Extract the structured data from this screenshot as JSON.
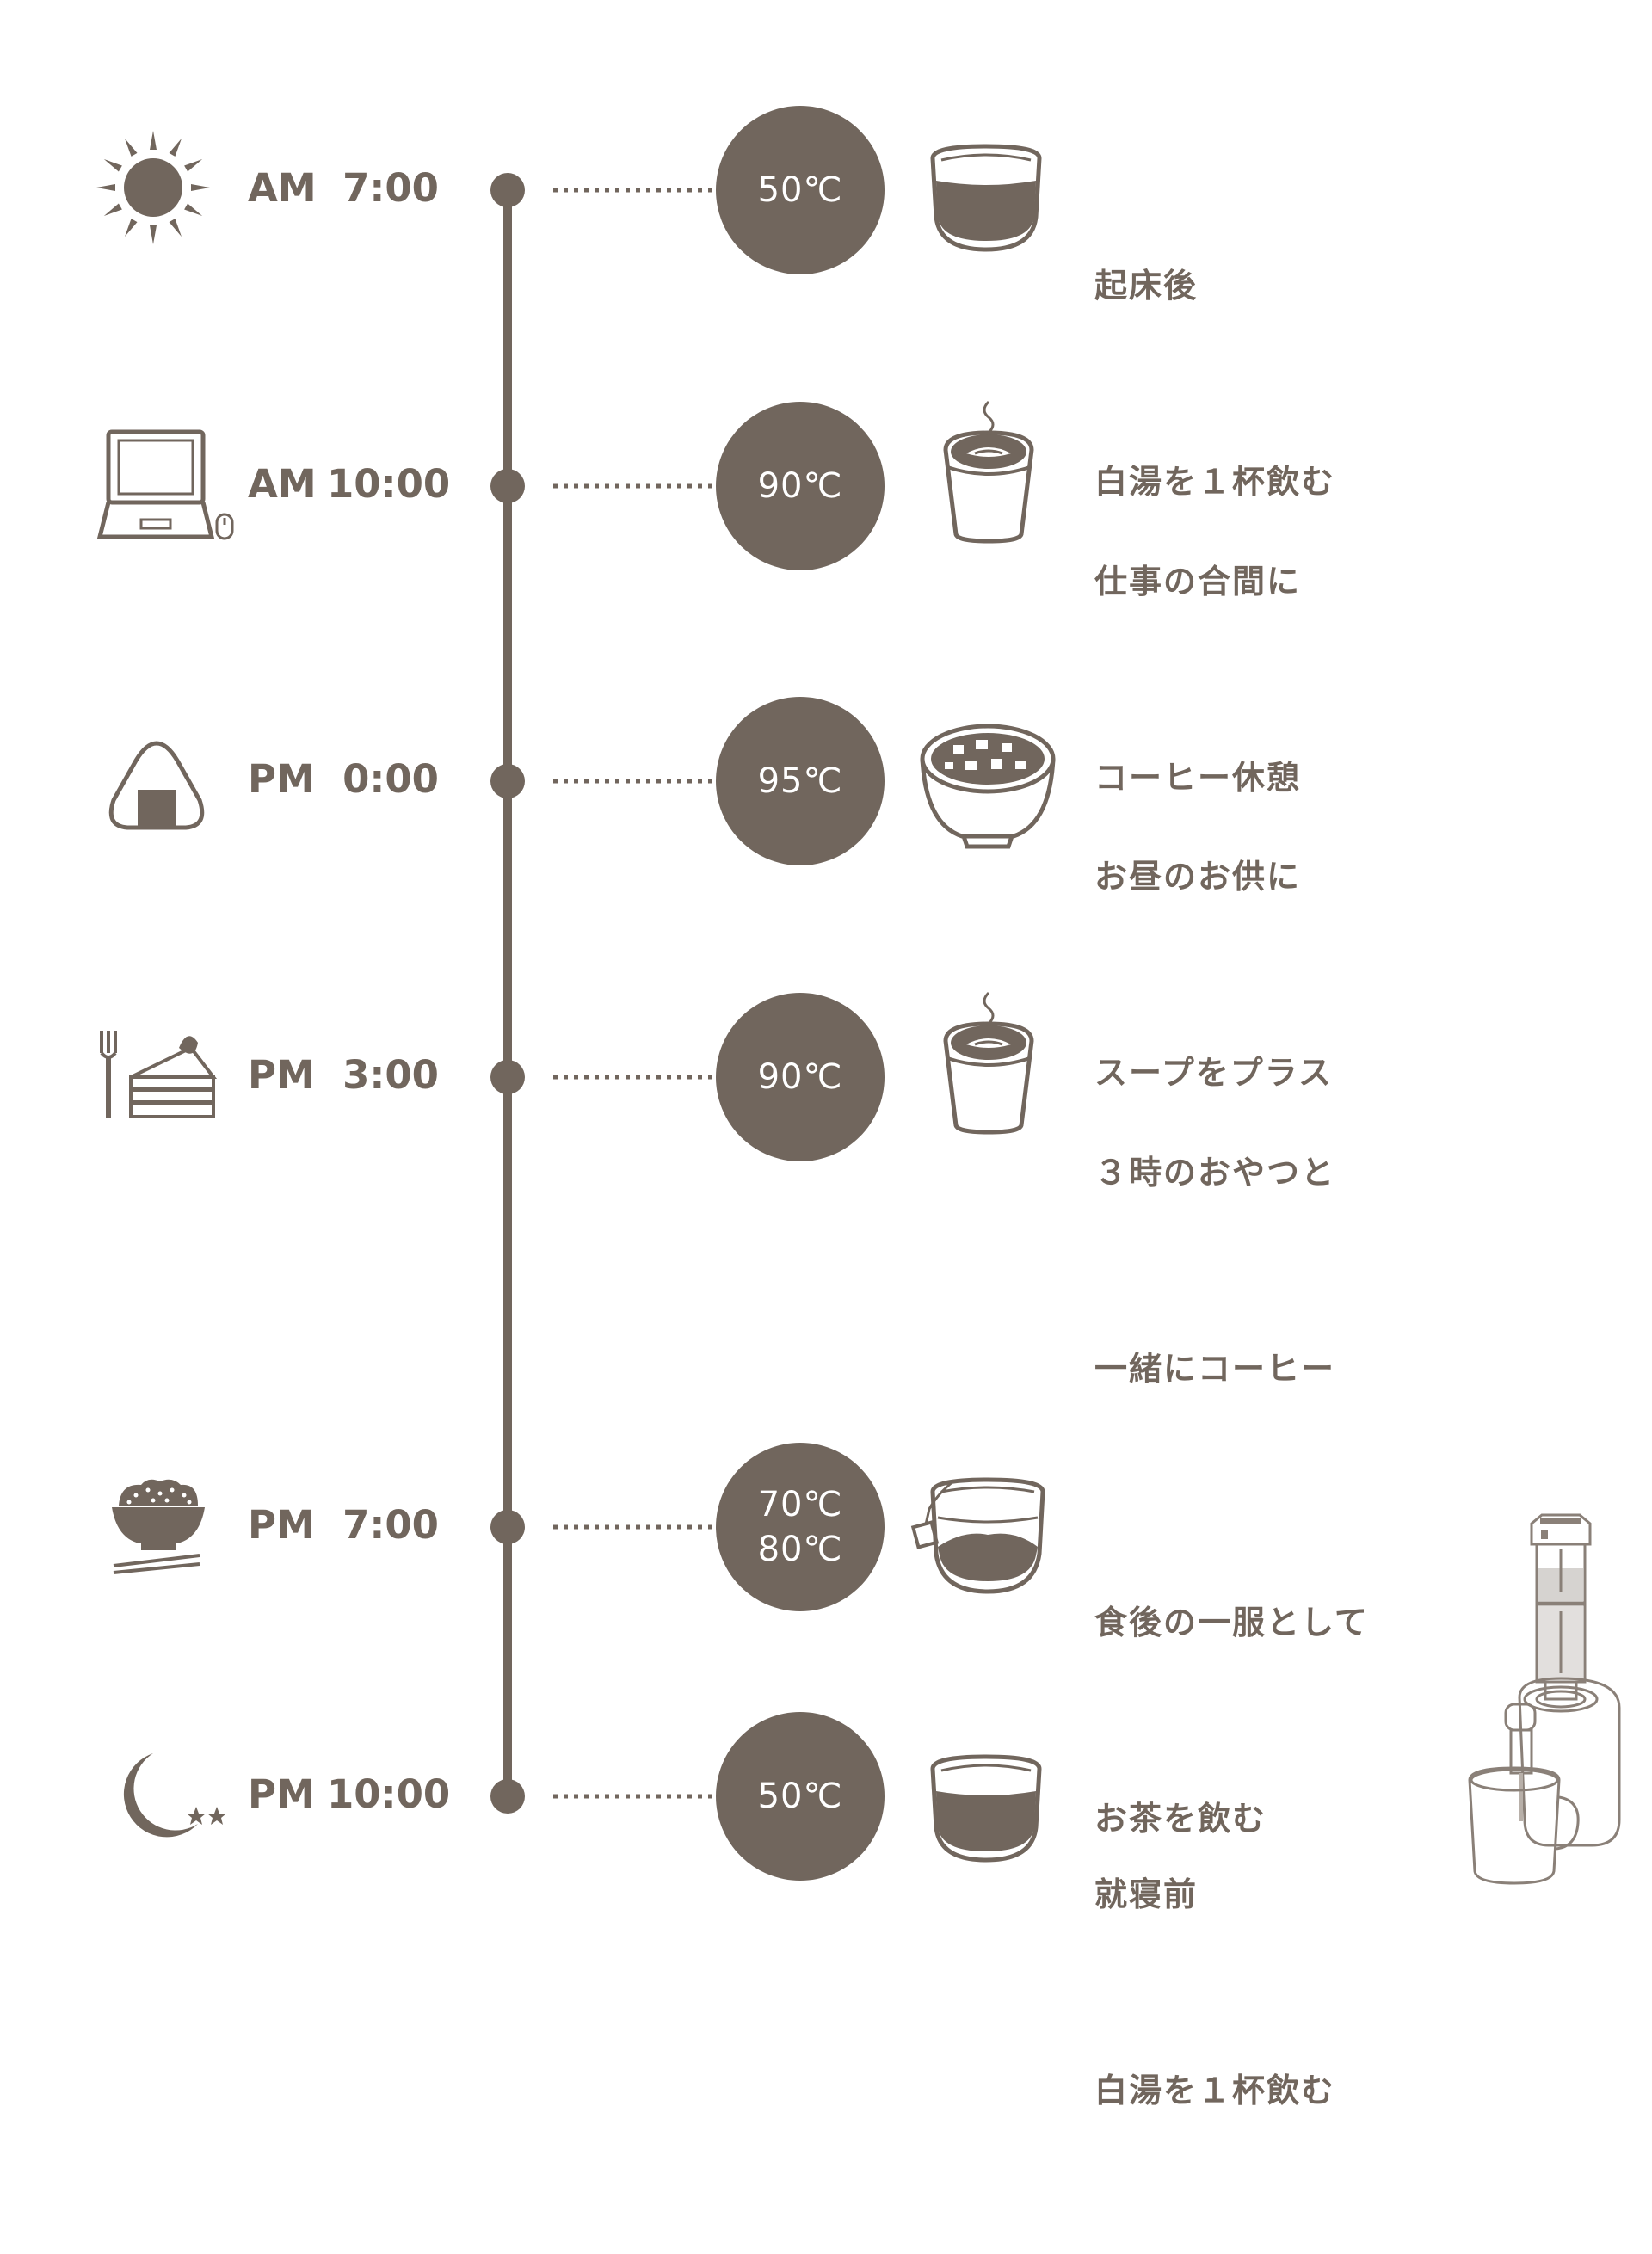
{
  "colors": {
    "primary": "#71665d",
    "background": "#ffffff",
    "light": "#a39b94"
  },
  "schedule": [
    {
      "ampm": "AM",
      "time": "7:00",
      "icon": "sun-icon",
      "temps": [
        "50℃"
      ],
      "drink_icon": "glass-hot-water-icon",
      "lines": [
        "起床後",
        "白湯を１杯飲む"
      ]
    },
    {
      "ampm": "AM",
      "time": "10:00",
      "icon": "laptop-icon",
      "temps": [
        "90℃"
      ],
      "drink_icon": "coffee-cup-icon",
      "lines": [
        "仕事の合間に",
        "コーヒー休憩"
      ]
    },
    {
      "ampm": "PM",
      "time": "0:00",
      "icon": "onigiri-icon",
      "temps": [
        "95℃"
      ],
      "drink_icon": "soup-bowl-icon",
      "lines": [
        "お昼のお供に",
        "スープをプラス"
      ]
    },
    {
      "ampm": "PM",
      "time": "3:00",
      "icon": "cake-fork-icon",
      "temps": [
        "90℃"
      ],
      "drink_icon": "coffee-cup-icon",
      "lines": [
        "３時のおやつと",
        "一緒にコーヒー"
      ]
    },
    {
      "ampm": "PM",
      "time": "7:00",
      "icon": "rice-bowl-icon",
      "temps": [
        "70℃",
        "80℃"
      ],
      "drink_icon": "tea-glass-icon",
      "lines": [
        "食後の一服として",
        "お茶を飲む"
      ]
    },
    {
      "ampm": "PM",
      "time": "10:00",
      "icon": "moon-icon",
      "temps": [
        "50℃"
      ],
      "drink_icon": "glass-hot-water-icon",
      "lines": [
        "就寝前",
        "白湯を１杯飲む"
      ]
    }
  ],
  "product_icon": "water-dispenser-icon"
}
